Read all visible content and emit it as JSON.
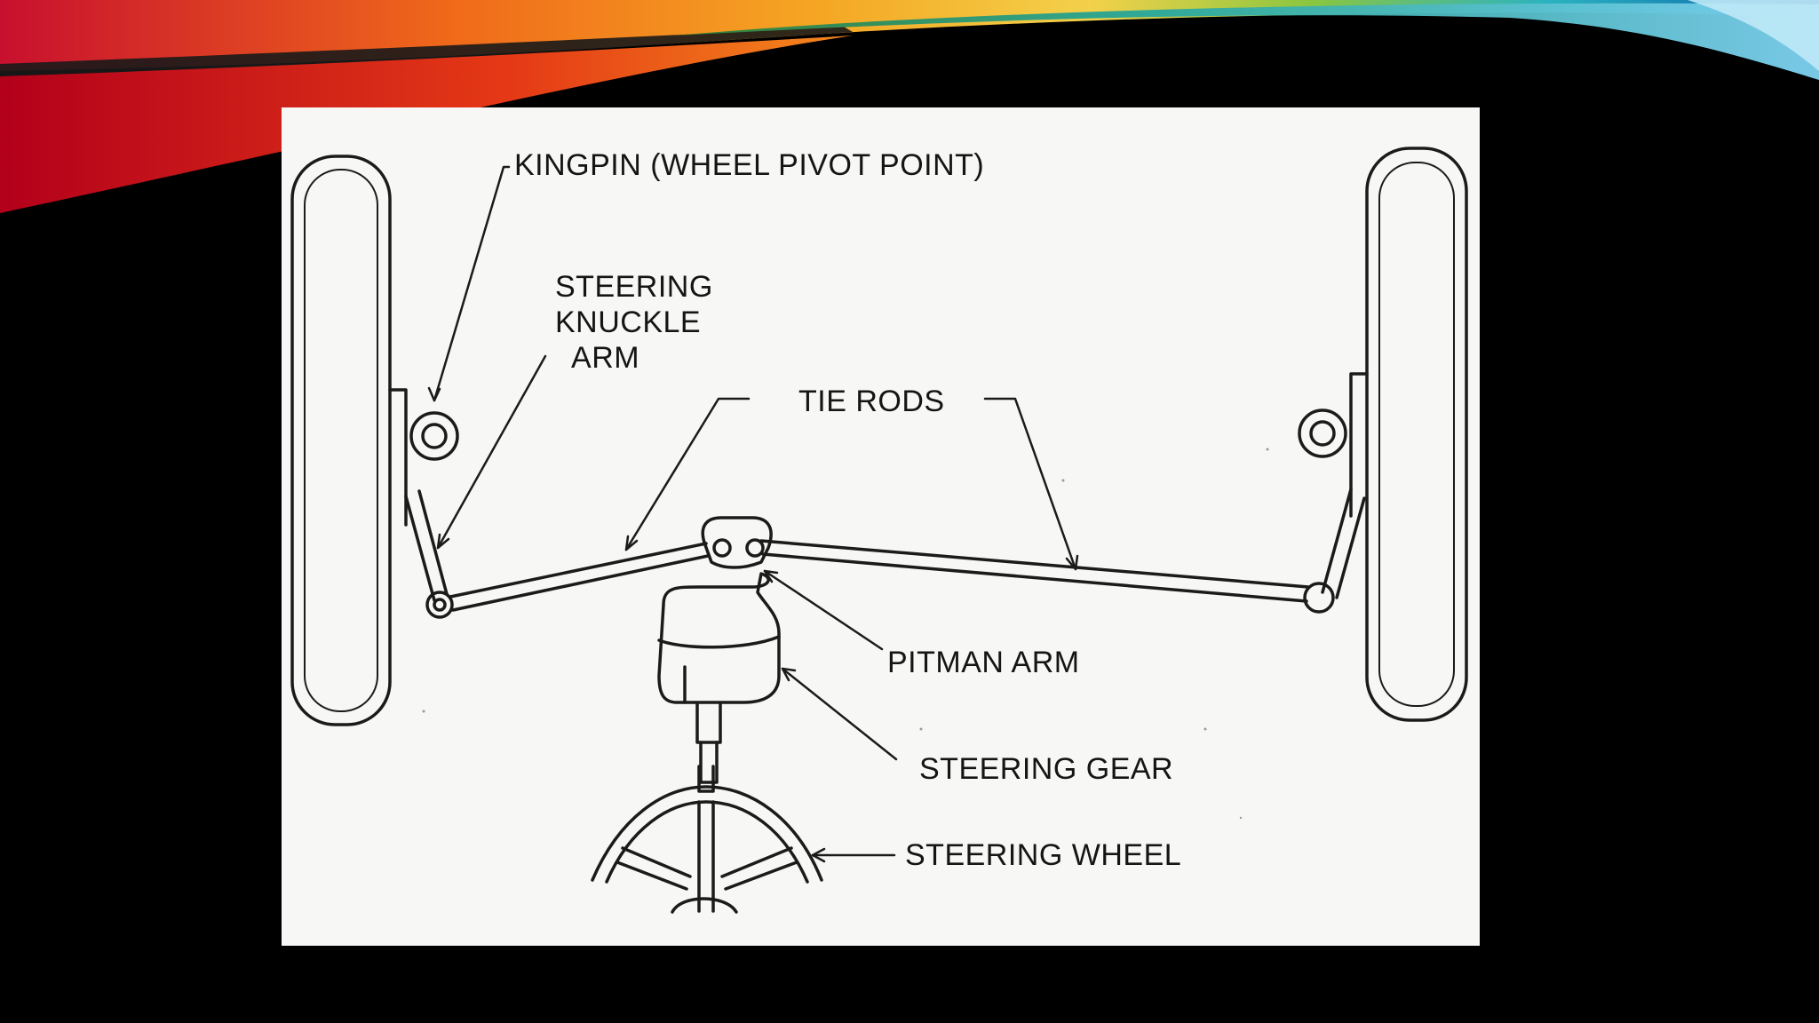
{
  "slide": {
    "background": "#000000",
    "banner_colors": [
      "#c8102e",
      "#f06a1a",
      "#f5a623",
      "#f3d14a",
      "#8bc63f",
      "#1f9fd8",
      "#0a5fa8"
    ]
  },
  "diagram": {
    "labels": {
      "kingpin": "KINGPIN (WHEEL PIVOT POINT)",
      "knuckle_arm": "STEERING\nKNUCKLE\n  ARM",
      "tie_rods": "TIE RODS",
      "pitman_arm": "PITMAN ARM",
      "steering_gear": "STEERING GEAR",
      "steering_wheel": "STEERING WHEEL"
    }
  }
}
